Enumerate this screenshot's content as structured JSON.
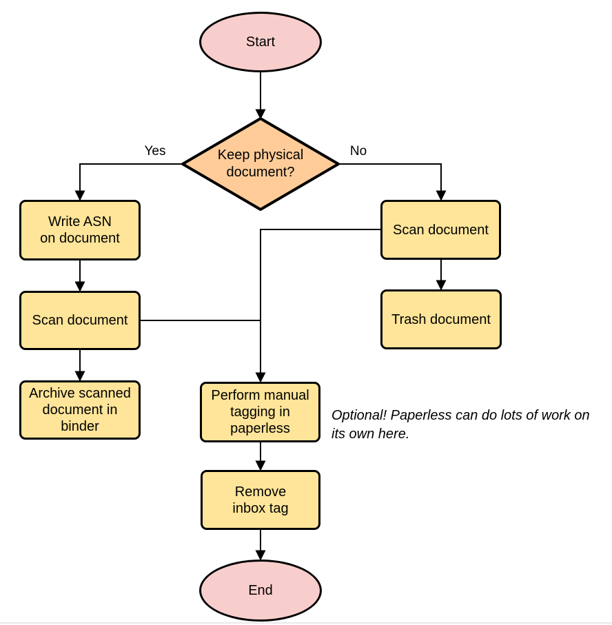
{
  "flowchart": {
    "nodes": {
      "start": "Start",
      "decision": "Keep physical\ndocument?",
      "write_asn": "Write ASN\non document",
      "scan_document_left": "Scan document",
      "archive_binder": "Archive scanned\ndocument in\nbinder",
      "scan_document_right": "Scan document",
      "trash_document": "Trash document",
      "manual_tagging": "Perform manual\ntagging in\npaperless",
      "remove_inbox_tag": "Remove\ninbox tag",
      "end": "End"
    },
    "edge_labels": {
      "yes": "Yes",
      "no": "No"
    },
    "annotation": "Optional! Paperless can do lots of work on\nits own here.",
    "colors": {
      "terminal_fill": "#f8cecc",
      "decision_fill": "#ffcc99",
      "process_fill": "#ffe599",
      "stroke": "#000000"
    }
  }
}
